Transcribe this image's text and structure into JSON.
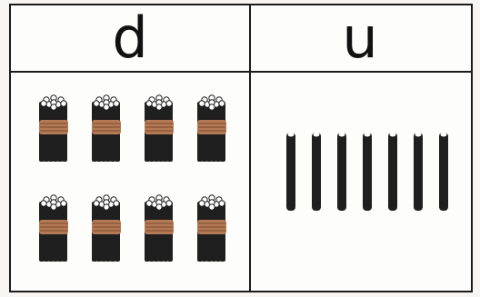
{
  "headers": {
    "tens_label": "d",
    "units_label": "u"
  },
  "tens_bundles": 8,
  "unit_sticks": 7,
  "colors": {
    "stick": "#1f1f1f",
    "band": "#b47a55",
    "tip": "#ffffff"
  }
}
